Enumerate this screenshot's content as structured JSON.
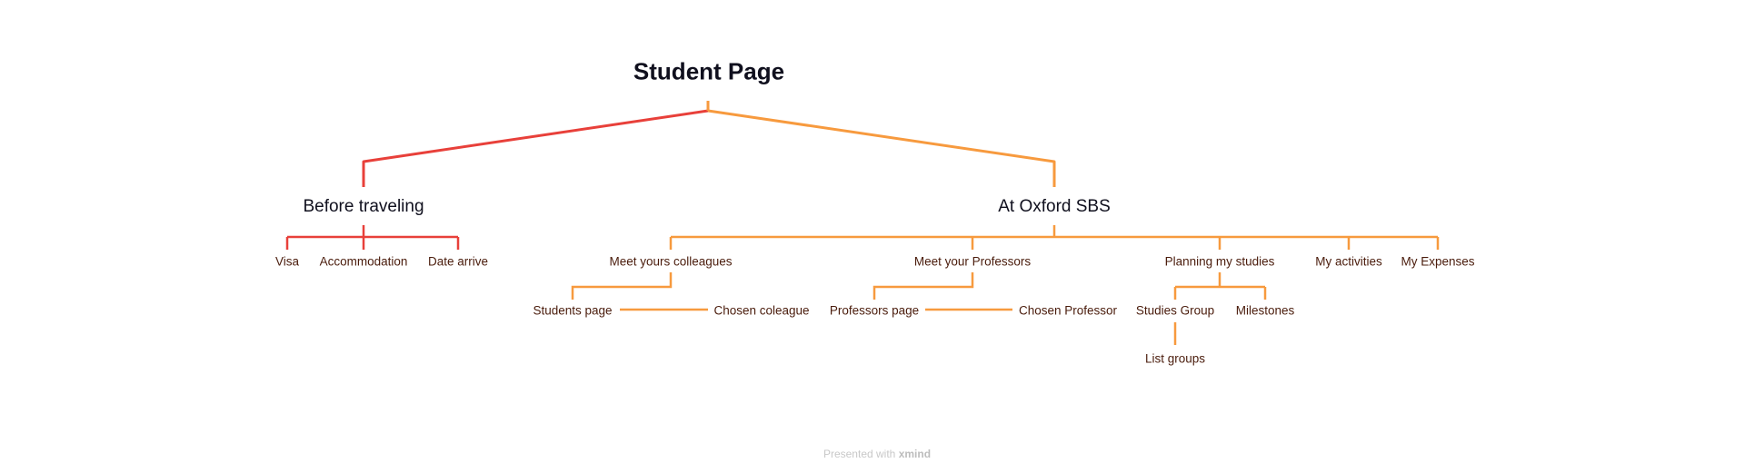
{
  "diagram": {
    "root": "Student Page",
    "left_branch": {
      "title": "Before traveling",
      "children": [
        "Visa",
        "Accommodation",
        "Date arrive"
      ]
    },
    "right_branch": {
      "title": "At Oxford SBS",
      "children": [
        "Meet yours colleagues",
        "Meet your Professors",
        "Planning my studies",
        "My activities",
        "My Expenses"
      ],
      "colleagues": [
        "Students page",
        "Chosen coleague"
      ],
      "professors": [
        "Professors page",
        "Chosen Professor"
      ],
      "studies": [
        "Studies Group",
        "Milestones"
      ],
      "groups": [
        "List groups"
      ]
    }
  },
  "colors": {
    "left_branch": "#e8403a",
    "right_branch": "#f79a3e"
  },
  "footer": {
    "prefix": "Presented with",
    "brand": "xmind"
  }
}
